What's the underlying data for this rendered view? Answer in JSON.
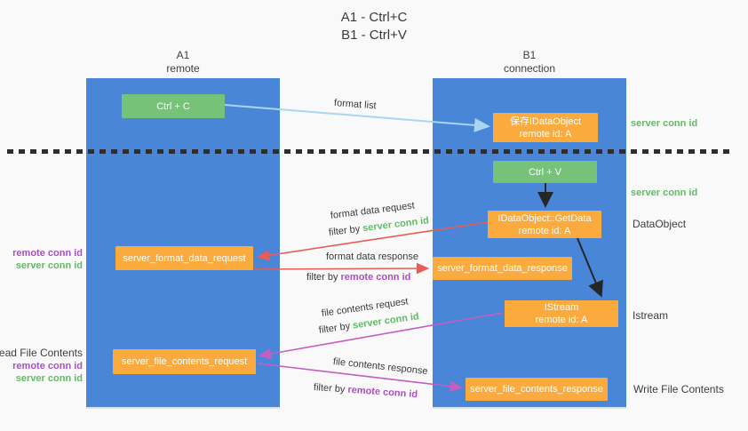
{
  "title": {
    "line1": "A1 - Ctrl+C",
    "line2": "B1 - Ctrl+V"
  },
  "columns": {
    "left": {
      "header_line1": "A1",
      "header_line2": "remote"
    },
    "right": {
      "header_line1": "B1",
      "header_line2": "connection"
    }
  },
  "boxes": {
    "ctrl_c": {
      "label": "Ctrl + C"
    },
    "save_idataobject": {
      "line1": "保存IDataObject",
      "line2": "remote id: A"
    },
    "ctrl_v": {
      "label": "Ctrl + V"
    },
    "getdata": {
      "line1": "IDataObject::GetData",
      "line2": "remote id: A"
    },
    "format_request": {
      "label": "server_format_data_request"
    },
    "format_response": {
      "label": "server_format_data_response"
    },
    "istream": {
      "line1": "IStream",
      "line2": "remote id: A"
    },
    "file_request": {
      "label": "server_file_contents_request"
    },
    "file_response": {
      "label": "server_file_contents_response"
    }
  },
  "arrow_labels": {
    "format_list": "format list",
    "format_data_request": "format data request",
    "filter_by_1": "filter by ",
    "filter_server_1": "server conn id",
    "format_data_response": "format data response",
    "filter_by_2": "filter by ",
    "filter_remote_1": "remote conn id",
    "file_contents_request": "file contents request",
    "filter_by_3": "filter by ",
    "filter_server_2": "server conn id",
    "file_contents_response": "file contents response",
    "filter_by_4": "filter by ",
    "filter_remote_2": "remote conn id"
  },
  "side_labels": {
    "right_server_conn_1": "server conn id",
    "right_server_conn_2": "server conn id",
    "right_dataobject": "DataObject",
    "right_istream": "Istream",
    "right_write_file": "Write File Contents",
    "left_remote_conn_1": "remote conn id",
    "left_server_conn_1": "server conn id",
    "left_read_file": "Read File Contents",
    "left_remote_conn_2": "remote conn id",
    "left_server_conn_2": "server conn id"
  },
  "colors": {
    "lane_blue": "#4a86d8",
    "box_green": "#76c279",
    "box_orange": "#fbaa3e",
    "arrow_lightblue": "#a9d5f0",
    "arrow_red": "#e85c55",
    "arrow_magenta": "#c45ec0",
    "arrow_black": "#262626",
    "text_green": "#62bb66",
    "text_purple": "#ab4fc4",
    "background": "#f9f9f9"
  }
}
